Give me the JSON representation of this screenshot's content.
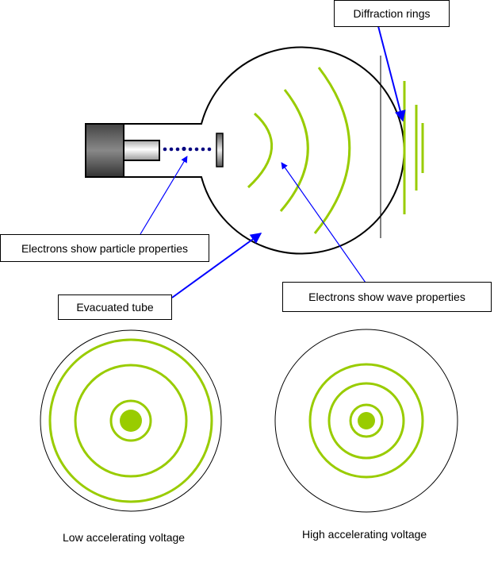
{
  "diagram": {
    "title": "Electron diffraction tube",
    "labels": {
      "diffraction_rings": "Diffraction rings",
      "particle_properties": "Electrons show particle properties",
      "evacuated_tube": "Evacuated tube",
      "wave_properties": "Electrons show wave properties"
    },
    "patterns": [
      {
        "caption": "Low accelerating voltage",
        "ring_spacing": "wide"
      },
      {
        "caption": "High accelerating voltage",
        "ring_spacing": "narrow"
      }
    ],
    "colors": {
      "wave": "#99cc00",
      "arrow": "#0000ff",
      "electron": "#000080",
      "outline": "#000000"
    }
  }
}
